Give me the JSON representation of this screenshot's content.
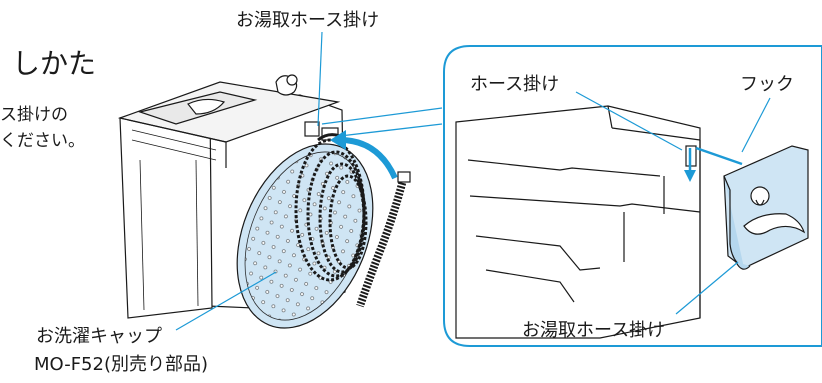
{
  "heading_fragment": "しかた",
  "body_fragment_line1": "ス掛けの",
  "body_fragment_line2": "ください。",
  "labels": {
    "top_hose_hanger": "お湯取ホース掛け",
    "detail_hose_hanger": "ホース掛け",
    "detail_hook": "フック",
    "detail_bottom_hose_hanger": "お湯取ホース掛け",
    "wash_cap_line1": "お洗濯キャップ",
    "wash_cap_line2": "MO-F52(別売り部品)"
  },
  "colors": {
    "accent_blue": "#1d9ad6",
    "part_fill": "#cfe5f4",
    "line": "#1a1a1a"
  }
}
